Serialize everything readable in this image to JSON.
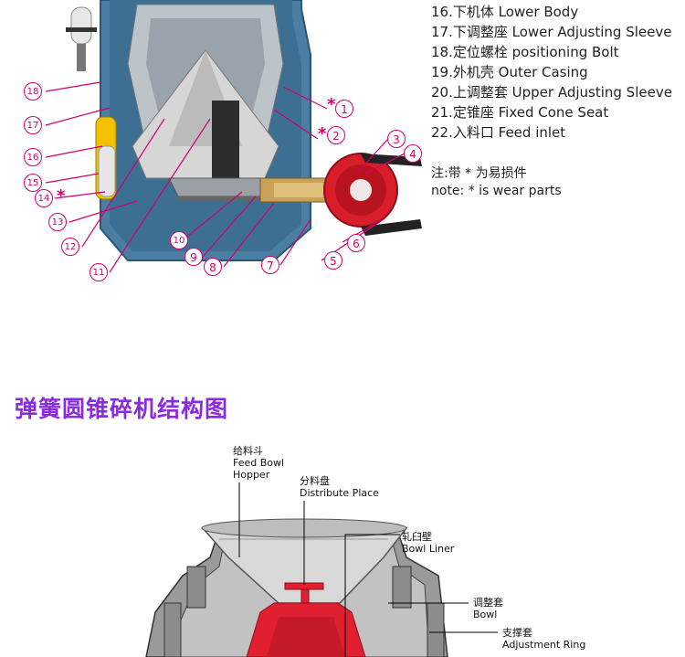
{
  "legend": [
    {
      "zh": "16.下机体",
      "en": "Lower Body"
    },
    {
      "zh": "17.下调整座",
      "en": "Lower Adjusting Sleeve"
    },
    {
      "zh": "18.定位螺栓",
      "en": "positioning Bolt"
    },
    {
      "zh": "19.外机壳",
      "en": "Outer Casing"
    },
    {
      "zh": "20.上调整套",
      "en": "Upper Adjusting Sleeve"
    },
    {
      "zh": "21.定锥座",
      "en": "Fixed Cone Seat"
    },
    {
      "zh": "22.入料口",
      "en": "Feed inlet"
    }
  ],
  "note": {
    "zh": "注:带 * 为易损件",
    "en": "note: * is wear parts"
  },
  "callouts": [
    "1",
    "2",
    "3",
    "4",
    "5",
    "6",
    "7",
    "8",
    "9",
    "10",
    "11",
    "12",
    "13",
    "14",
    "15",
    "16",
    "17",
    "18"
  ],
  "wear_mark": "*",
  "section_title": "弹簧圆锥碎机结构图",
  "bottom_labels": {
    "feed_hopper": {
      "zh": "给料斗",
      "en1": "Feed Bowl",
      "en2": "Hopper"
    },
    "distribute_place": {
      "zh": "分料盘",
      "en": "Distribute Place"
    },
    "bowl_liner": {
      "zh": "轧臼壁",
      "en": "Bowl Liner"
    },
    "bowl": {
      "zh": "调整套",
      "en": "Bowl"
    },
    "adjustment_ring": {
      "zh": "支撑套",
      "en": "Adjustment Ring"
    }
  },
  "colors": {
    "callout": "#d0006f",
    "title": "#8a2be2",
    "casing": "#3d6f92",
    "pulley": "#d81e2a"
  }
}
